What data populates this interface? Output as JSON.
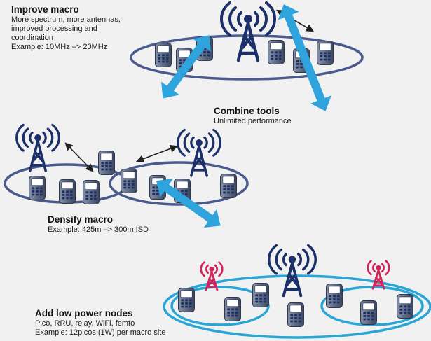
{
  "sections": {
    "improve": {
      "title": "Improve macro",
      "lines": [
        "More spectrum, more antennas,",
        "improved processing and",
        "coordination",
        "Example: 10MHz –> 20MHz"
      ]
    },
    "combine": {
      "title": "Combine tools",
      "subtitle": "Unlimited performance"
    },
    "densify": {
      "title": "Densify macro",
      "example": "Example: 425m –> 300m ISD"
    },
    "lowpower": {
      "title": "Add low power nodes",
      "lines": [
        "Pico, RRU, relay, WiFi, femto",
        "Example: 12picos (1W) per macro site"
      ]
    }
  },
  "icons": {
    "macro_tower": "macro-tower-icon",
    "pico_tower": "pico-tower-icon",
    "handset": "mobile-phone-icon"
  },
  "colors": {
    "background": "#f1f1f1",
    "ellipse_macro": "#4a5a8c",
    "ellipse_lpn": "#29a6d6",
    "transition_arrow": "#2ea3dc",
    "tower": "#1b2f68",
    "pico": "#d3245a",
    "handset_body": "#5f6b82",
    "handset_screen": "#ffffff",
    "handset_keys": "#1b2f68"
  }
}
